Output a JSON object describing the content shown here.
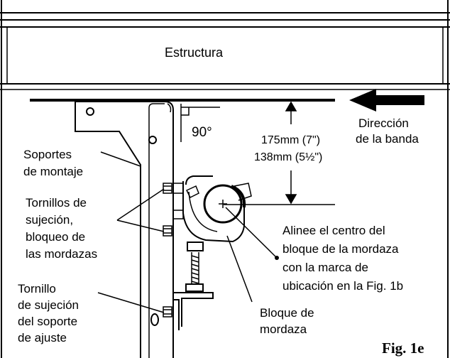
{
  "figure": {
    "label": "Fig. 1e",
    "structure_label": "Estructura",
    "angle_label": "90°",
    "direction_label": [
      "Dirección",
      "de la banda"
    ],
    "distance_label": [
      "175mm (7\")",
      "138mm (5½\")"
    ],
    "mounting_brackets_label": [
      "Soportes",
      "de montaje"
    ],
    "jaw_bolts_label": [
      "Tornillos de",
      "sujeción,",
      "bloqueo de",
      "las mordazas"
    ],
    "adjust_bolt_label": [
      "Tornillo",
      "de sujeción",
      "del soporte",
      "de ajuste"
    ],
    "align_label": [
      "Alinee el centro del",
      "bloque de la mordaza",
      "con la marca de",
      "ubicación en la Fig. 1b"
    ],
    "jaw_block_label": [
      "Bloque de",
      "mordaza"
    ]
  }
}
